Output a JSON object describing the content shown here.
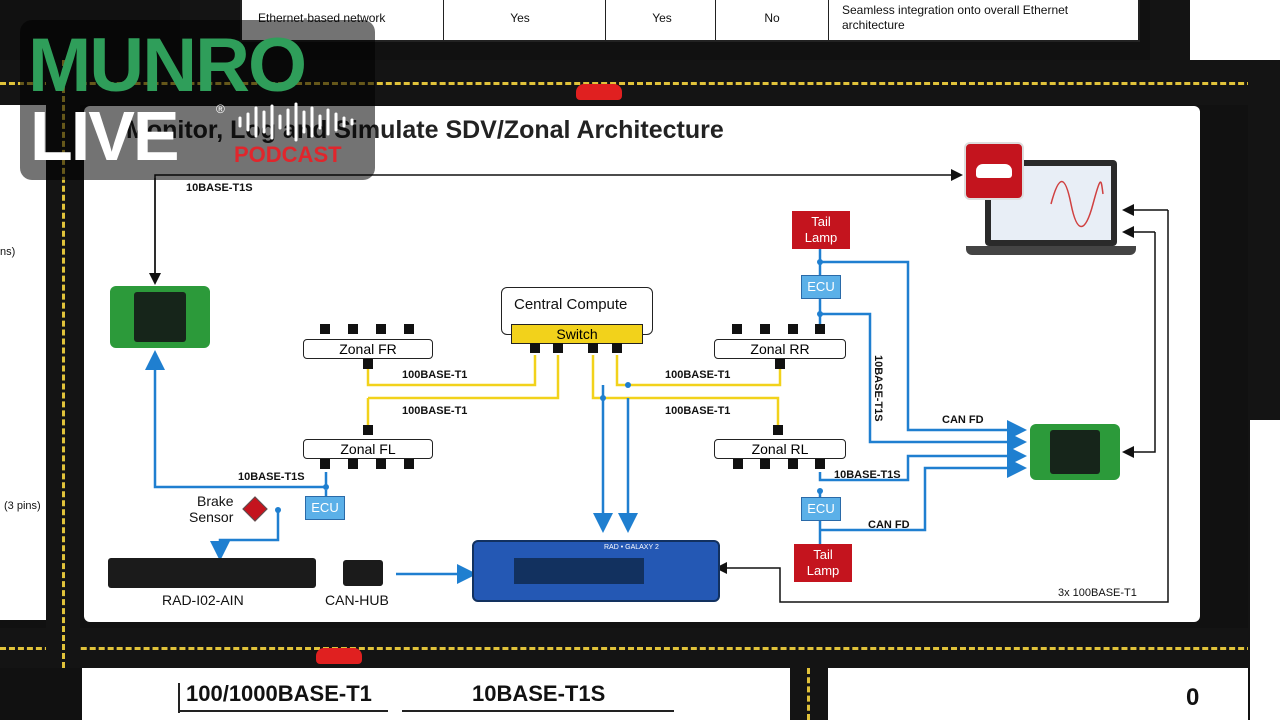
{
  "table": {
    "row_label": "Ethernet-based network",
    "col1": "Yes",
    "col2": "Yes",
    "col3": "No",
    "note_line1": "Seamless integration onto overall Ethernet",
    "note_line2": "architecture"
  },
  "logo": {
    "top": "MUNRO",
    "bottom": "LIVE",
    "badge": "PODCAST",
    "reg": "®"
  },
  "diagram": {
    "title": "Monitor, Log and Simulate SDV/Zonal Architecture",
    "central_compute": "Central Compute",
    "switch": "Switch",
    "zonal_fr": "Zonal FR",
    "zonal_fl": "Zonal FL",
    "zonal_rr": "Zonal RR",
    "zonal_rl": "Zonal RL",
    "ecu": "ECU",
    "tail_lamp_1": "Tail",
    "tail_lamp_2": "Lamp",
    "brake_1": "Brake",
    "brake_2": "Sensor",
    "t1s_top": "10BASE-T1S",
    "t1s_fl": "10BASE-T1S",
    "t1s_rr": "10BASE-T1S",
    "t1s_rl": "10BASE-T1S",
    "t1_fr": "100BASE-T1",
    "t1_fl": "100BASE-T1",
    "t1_rr": "100BASE-T1",
    "t1_rl": "100BASE-T1",
    "canfd_1": "CAN FD",
    "canfd_2": "CAN FD",
    "three_t1": "3x 100BASE-T1",
    "rad_io": "RAD-I02-AIN",
    "can_hub": "CAN-HUB",
    "galaxy": "RAD • GALAXY 2"
  },
  "left_side": {
    "pins": "ns)",
    "pins3": "(3 pins)"
  },
  "bottom": {
    "h1": "100/1000BASE-T1",
    "h2": "10BASE-T1S",
    "num": "0"
  },
  "colors": {
    "accent_green": "#2f9e5a",
    "podcast_red": "#e0262c",
    "wire_blue": "#1f7fd0",
    "wire_yellow": "#f2d21b",
    "ecu_blue": "#5bb0e8",
    "lamp_red": "#c4141e"
  }
}
